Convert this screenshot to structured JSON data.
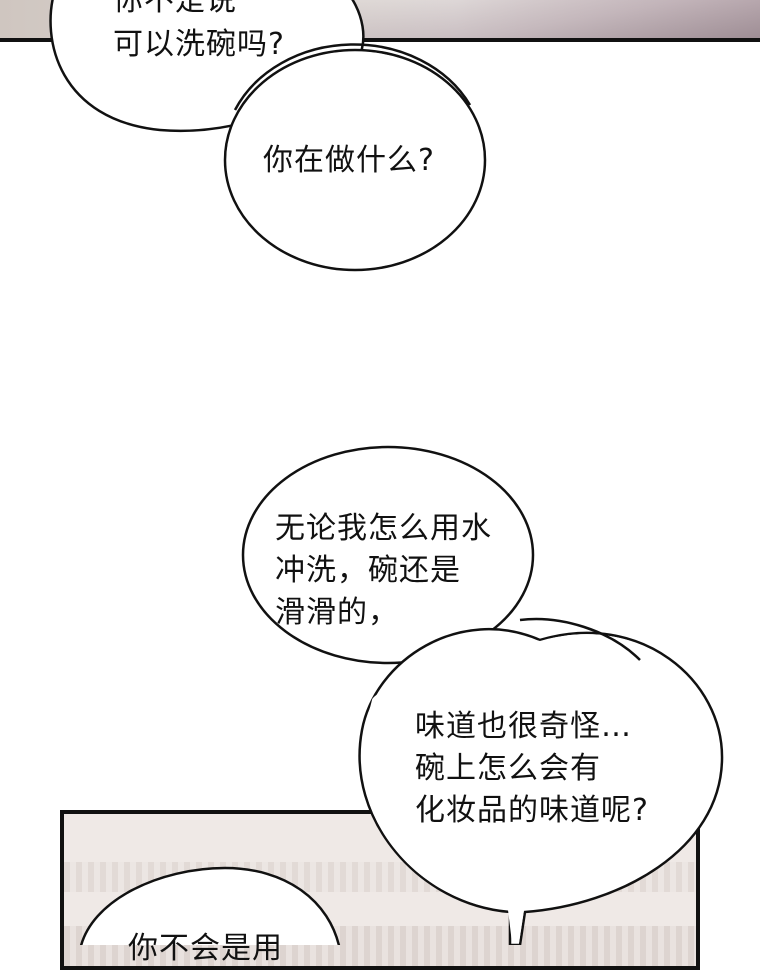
{
  "bubble1": {
    "line1": "你不是说",
    "line2": "可以洗碗吗?"
  },
  "bubble2": {
    "line1": "你在做什么?"
  },
  "bubble3": {
    "line1": "无论我怎么用水",
    "line2": "冲洗，碗还是",
    "line3": "滑滑的，"
  },
  "bubble4": {
    "line1": "味道也很奇怪…",
    "line2": "碗上怎么会有",
    "line3": "化妆品的味道呢?"
  },
  "bubble5": {
    "line1": "你不会是用"
  }
}
